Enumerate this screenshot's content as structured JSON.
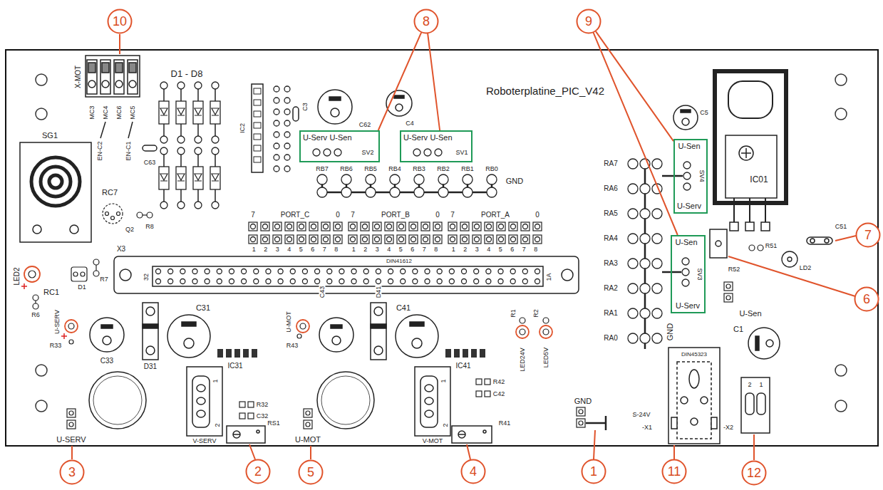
{
  "diagram": {
    "nodes": [
      {
        "text": [
          "10"
        ]
      },
      {
        "text": [
          "8"
        ]
      },
      {
        "text": [
          "9"
        ]
      },
      {
        "text": [
          "U-Serv",
          "U-Sen",
          "SV2"
        ]
      },
      {
        "text": [
          "U-Serv",
          "U-Sen",
          "SV1"
        ]
      },
      {
        "text": [
          "U-Sen",
          "SV4",
          "U-Serv"
        ]
      },
      {
        "text": [
          "7"
        ]
      },
      {
        "text": [
          "U-Sen",
          "SV3",
          "U-Serv"
        ]
      },
      {
        "text": [
          "6"
        ]
      },
      {
        "text": [
          "3"
        ]
      },
      {
        "text": [
          "2"
        ]
      },
      {
        "text": [
          "5"
        ]
      },
      {
        "text": [
          "4"
        ]
      },
      {
        "text": [
          "1"
        ]
      },
      {
        "text": [
          "11"
        ]
      },
      {
        "text": [
          "12"
        ]
      }
    ],
    "edges": [
      {
        "from": 1,
        "to": 3,
        "arrow": "none"
      },
      {
        "from": 1,
        "to": 4,
        "arrow": "none"
      },
      {
        "from": 2,
        "to": 5,
        "arrow": "none"
      },
      {
        "from": 2,
        "to": 7,
        "arrow": "none"
      }
    ],
    "labels": [
      "Roboterplatine_PIC_V42",
      "D1 - D8",
      "X-MOT",
      "MC3",
      "MC4",
      "MC6",
      "MC5",
      "EN-C2",
      "EN-C1",
      "SG1",
      "RC7",
      "Q2",
      "R8",
      "LED2",
      "RC1",
      "D1",
      "R7",
      "R6",
      "U-SERV",
      "R33",
      "C33",
      "D31",
      "C31",
      "IC31",
      "R32",
      "C32",
      "RS1",
      "V-SERV",
      "1",
      "2",
      "U-SERV",
      "U-MOT",
      "C43",
      "R43",
      "D41",
      "C41",
      "IC41",
      "R42",
      "C42",
      "R41",
      "V-MOT",
      "1",
      "2",
      "U-MOT",
      "R1",
      "R2",
      "LED24V",
      "LED5V",
      "GND",
      "DIN45323",
      "S-24V",
      "-X1",
      "-X2",
      "2",
      "1",
      "C1",
      "U-Sen",
      "GND",
      "RA7",
      "RA6",
      "RA5",
      "RA4",
      "RA3",
      "RA2",
      "RA1",
      "RA0",
      "IC01",
      "C51",
      "R51",
      "R52",
      "LD2",
      "C5",
      "C62",
      "C4",
      "C3",
      "IC2",
      "C63",
      "RB7",
      "RB6",
      "RB5",
      "RB4",
      "RB3",
      "RB2",
      "RB1",
      "RB0",
      "GND",
      "7",
      "PORT_C",
      "0",
      "7",
      "PORT_B",
      "0",
      "7",
      "PORT_A",
      "0",
      "1 2 3 4 5 6 7 8",
      "1 2 3 4 5 6 7 8",
      "1 2 3 4 5 6 7 8",
      "DIN41612",
      "X3",
      "32",
      "1A"
    ]
  }
}
